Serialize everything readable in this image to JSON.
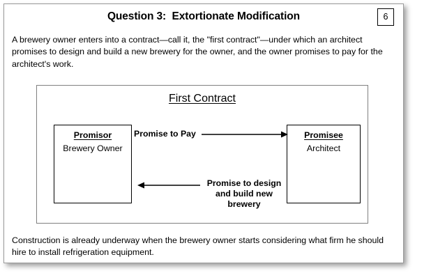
{
  "slide": {
    "title": "Question 3:  Extortionate Modification",
    "page_number": "6",
    "intro_paragraph": "A brewery owner enters into a contract—call it, the \"first contract\"—under which an architect promises to design and build a new brewery for the owner, and the owner promises to pay for the architect's work.",
    "closing_paragraph": "Construction is already underway when the brewery owner starts considering what firm he should hire to install refrigeration equipment."
  },
  "diagram": {
    "title": "First Contract",
    "promisor": {
      "role": "Promisor",
      "name": "Brewery Owner"
    },
    "promisee": {
      "role": "Promisee",
      "name": "Architect"
    },
    "arrows": [
      {
        "id": "promise-to-pay",
        "label": "Promise to Pay",
        "direction": "left-to-right",
        "from": "Promisor",
        "to": "Promisee"
      },
      {
        "id": "promise-to-design",
        "label": "Promise to design\nand build new\nbrewery",
        "direction": "right-to-left",
        "from": "Promisee",
        "to": "Promisor"
      }
    ]
  },
  "colors": {
    "text": "#000000",
    "slide_background": "#ffffff",
    "slide_border": "#9a9a9a",
    "diagram_border": "#808080",
    "box_border": "#000000"
  }
}
